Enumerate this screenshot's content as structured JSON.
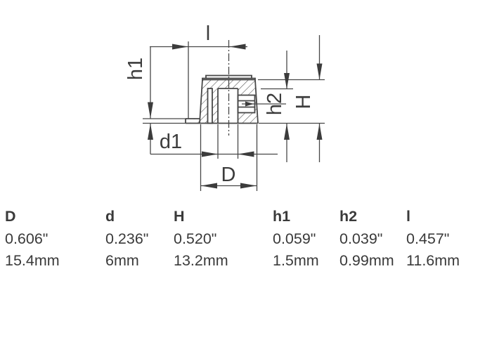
{
  "drawing": {
    "labels": {
      "l": "l",
      "h1": "h1",
      "h2": "h2",
      "H": "H",
      "d1": "d1",
      "D": "D"
    }
  },
  "table": {
    "columns": [
      {
        "header": "D",
        "inch": "0.606\"",
        "mm": "15.4mm"
      },
      {
        "header": "d",
        "inch": "0.236\"",
        "mm": "6mm"
      },
      {
        "header": "H",
        "inch": "0.520\"",
        "mm": "13.2mm"
      },
      {
        "header": "h1",
        "inch": "0.059\"",
        "mm": "1.5mm"
      },
      {
        "header": "h2",
        "inch": "0.039\"",
        "mm": "0.99mm"
      },
      {
        "header": "l",
        "inch": "0.457\"",
        "mm": "11.6mm"
      }
    ]
  },
  "colors": {
    "ink": "#3c3c3c",
    "line": "#474747",
    "background": "#ffffff"
  }
}
